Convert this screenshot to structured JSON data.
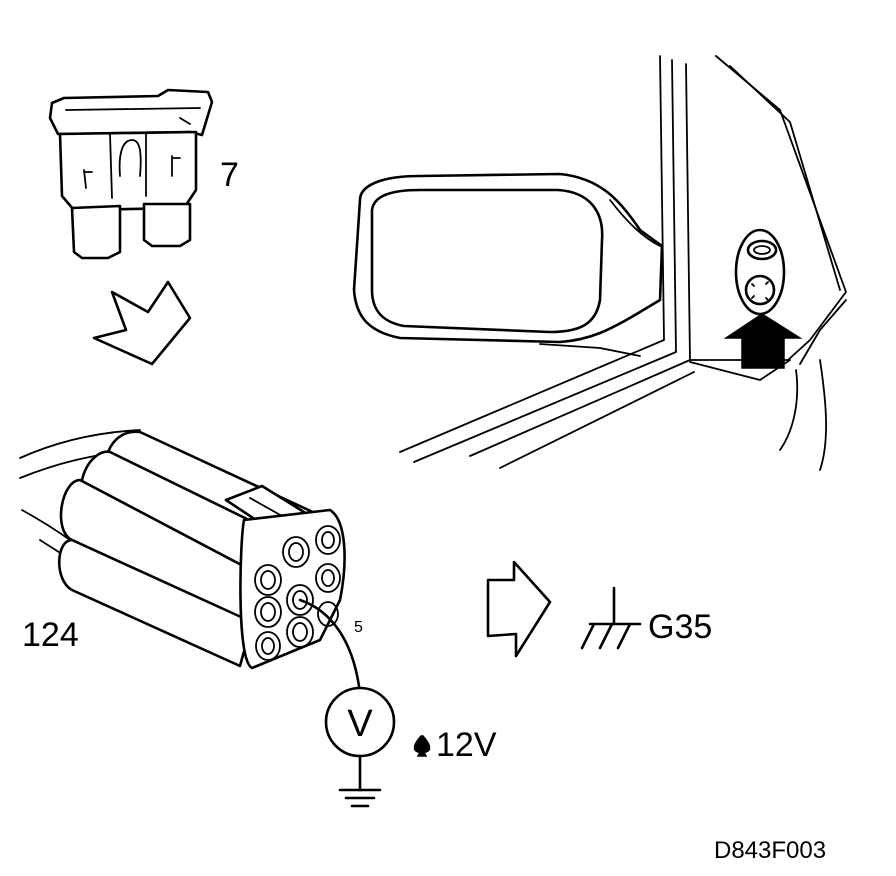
{
  "labels": {
    "fuse_number": "7",
    "connector_number": "124",
    "pin_number": "5",
    "voltmeter_symbol": "V",
    "voltage_reading": "12V",
    "ground_code": "G35",
    "figure_code": "D843F003"
  },
  "colors": {
    "line": "#000000",
    "background": "#ffffff"
  },
  "icons": {
    "fuse": "blade-fuse-icon",
    "flow_arrow": "outlined-arrow-icon",
    "pointer_arrow": "solid-arrow-icon",
    "voltmeter": "voltmeter-icon",
    "ground": "ground-symbol-icon",
    "plus_marker": "spade-marker-icon"
  }
}
